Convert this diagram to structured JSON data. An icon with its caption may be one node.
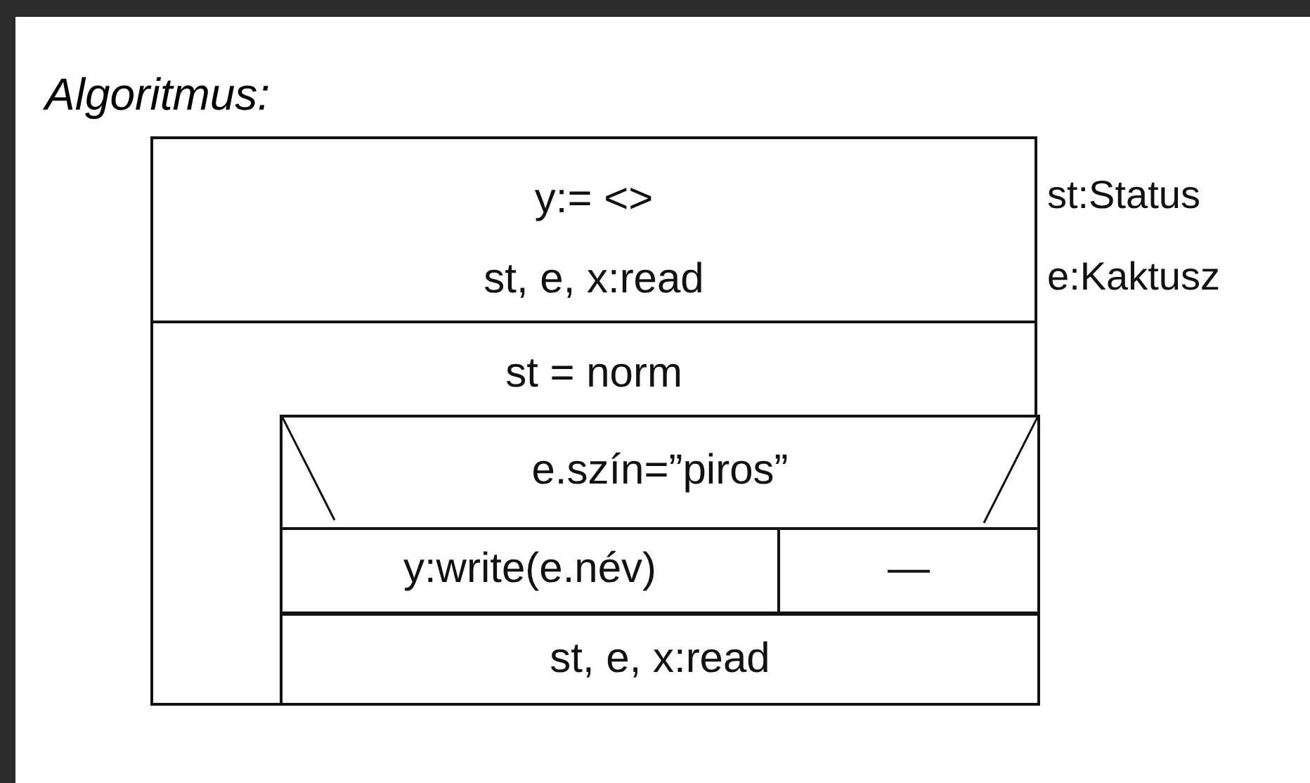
{
  "diagram": {
    "title": "Algoritmus:",
    "nodes": [
      {
        "text": [
          "y:= <>",
          "st, e, x:read"
        ]
      },
      {
        "text": [
          "st = norm"
        ]
      },
      {
        "text": [
          "e.szín=”piros”"
        ],
        "in": 1
      },
      {
        "text": [
          "y:write(e.név)"
        ],
        "in": 2
      },
      {
        "text": [
          "—"
        ],
        "in": 2
      },
      {
        "text": [
          "st, e, x:read"
        ],
        "in": 1
      }
    ],
    "labels": [
      "st:Status",
      "e:Kaktusz"
    ]
  }
}
